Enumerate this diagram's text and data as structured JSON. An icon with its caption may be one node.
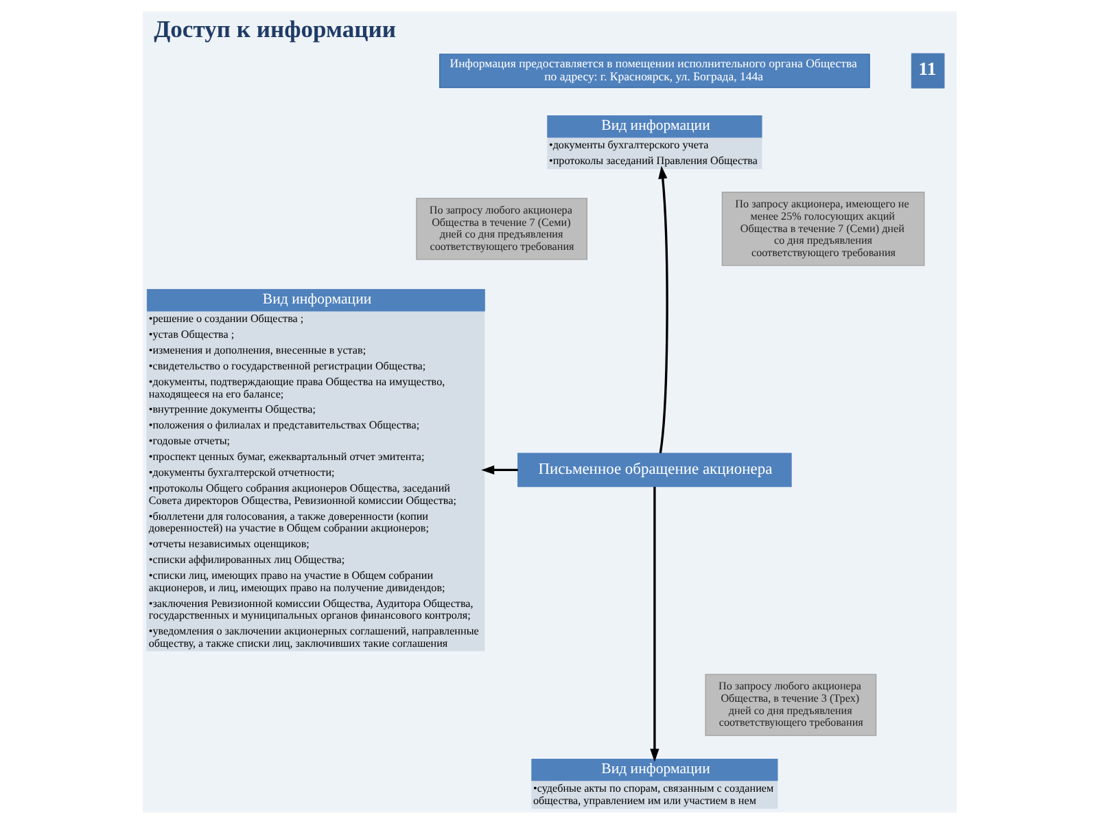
{
  "diagram": {
    "title": "Доступ к информации",
    "nodes": [
      {
        "text": [
          "Вид информации",
          "•решение о создании Общества ;",
          "•устав Общества ;",
          "•изменения и дополнения, внесенные в устав;",
          "•свидетельство о государственной регистрации Общества;",
          "•документы, подтверждающие права Общества на имущество, находящееся на его балансе;",
          "•внутренние документы Общества;",
          "•положения о филиалах и представительствах Общества;",
          "•годовые отчеты;",
          "•проспект ценных бумаг, ежеквартальный отчет эмитента;",
          "•документы бухгалтерской отчетности;",
          "•протоколы Общего собрания акционеров Общества, заседаний Совета директоров Общества, Ревизионной комиссии Общества;",
          "•бюллетени для голосования, а также доверенности (копии доверенностей) на участие в Общем собрании акционеров;",
          "•отчеты независимых оценщиков;",
          "•списки аффилированных лиц Общества;",
          "•списки лиц, имеющих право на участие в Общем собрании акционеров, и лиц, имеющих право на получение дивидендов;",
          "•заключения Ревизионной комиссии Общества, Аудитора Общества, государственных и муниципальных органов финансового контроля;",
          "•уведомления о заключении акционерных соглашений, направленные обществу, а также списки лиц, заключивших такие соглашения"
        ]
      },
      {
        "text": [
          "Информация предоставляется в помещении исполнительного органа Общества по адресу: г. Красноярск, ул. Бограда, 144а"
        ]
      },
      {
        "text": [
          "Вид информации",
          "•документы бухгалтерского учета",
          "•протоколы заседаний Правления Общества"
        ]
      },
      {
        "text": [
          "По запросу любого акционера Общества в течение 7 (Семи) дней со дня предъявления соответствующего требования"
        ]
      },
      {
        "text": [
          "По запросу акционера, имеющего не менее 25% голосующих акций Общества в течение 7 (Семи) дней со дня предъявления соответствующего требования"
        ]
      },
      {
        "text": [
          "Письменное обращение акционера"
        ]
      },
      {
        "text": [
          "По запросу любого акционера Общества, в течение 3 (Трех) дней со дня предъявления соответствующего требования"
        ]
      },
      {
        "text": [
          "Вид информации",
          "•судебные акты по спорам, связанным с созданием общества, управлением им или участием в нем"
        ]
      }
    ],
    "edges": [
      {
        "from": 5,
        "to": 0,
        "arrow": "to"
      },
      {
        "from": 5,
        "to": 2,
        "arrow": "to"
      },
      {
        "from": 5,
        "to": 7,
        "arrow": "to"
      }
    ],
    "labels": [
      "11"
    ]
  }
}
